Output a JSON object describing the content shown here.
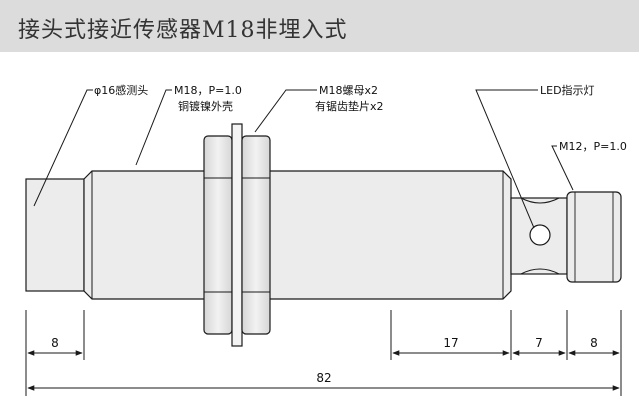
{
  "header": {
    "title": "接头式接近传感器M18非埋入式"
  },
  "callouts": {
    "probe": "φ16感测头",
    "thread_line1": "M18，P=1.0",
    "thread_line2": "铜镀镍外壳",
    "nut_line1": "M18螺母x2",
    "nut_line2": "有锯齿垫片x2",
    "led": "LED指示灯",
    "connector": "M12，P=1.0"
  },
  "dimensions": {
    "probe_length": "8",
    "rear_body": "17",
    "neck": "7",
    "connector": "8",
    "total": "82"
  },
  "colors": {
    "header_bg": "#dcdcdc",
    "body_fill": "#ececec",
    "line": "#1a1a1a"
  }
}
